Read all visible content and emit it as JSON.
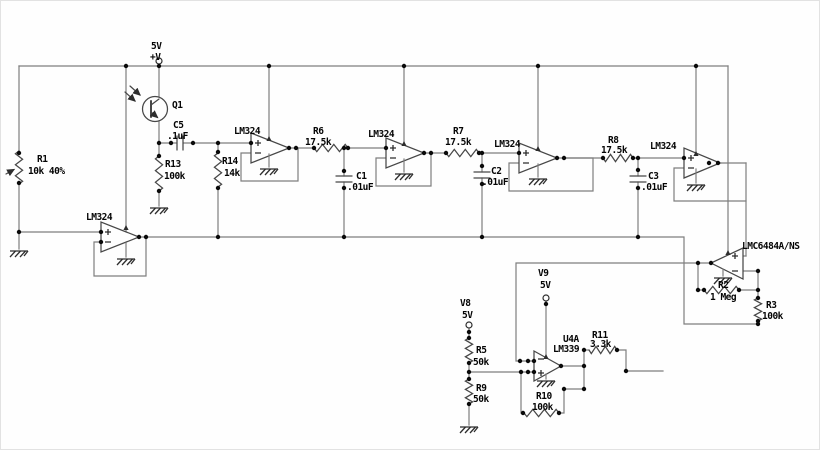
{
  "colors": {
    "background": "#fefefe",
    "wire": "#7e7e7e",
    "symbol": "#474747",
    "text": "#050505"
  },
  "components": {
    "vplus": {
      "line1": "5V",
      "line2": "+V"
    },
    "q1": {
      "ref": "Q1"
    },
    "c5": {
      "ref": "C5",
      "value": ".1uF"
    },
    "r1": {
      "ref": "R1",
      "value": "10k 40%"
    },
    "r13": {
      "ref": "R13",
      "value": "100k"
    },
    "r14": {
      "ref": "R14",
      "value": "14k"
    },
    "op1": {
      "label": "LM324"
    },
    "op2": {
      "label": "LM324"
    },
    "op3": {
      "label": "LM324"
    },
    "op4": {
      "label": "LM324"
    },
    "op5": {
      "label": "LM324"
    },
    "r6": {
      "ref": "R6",
      "value": "17.5k"
    },
    "c1": {
      "ref": "C1",
      "value": ".01uF"
    },
    "r7": {
      "ref": "R7",
      "value": "17.5k"
    },
    "c2": {
      "ref": "C2",
      "value": ".01uF"
    },
    "r8": {
      "ref": "R8",
      "value": "17.5k"
    },
    "c3": {
      "ref": "C3",
      "value": ".01uF"
    },
    "oplmc": {
      "label": "LMC6484A/NS"
    },
    "r2": {
      "ref": "R2",
      "value": "1 Meg"
    },
    "r3": {
      "ref": "R3",
      "value": "100k"
    },
    "v9": {
      "ref": "V9",
      "value": "5V"
    },
    "v8": {
      "ref": "V8",
      "value": "5V"
    },
    "r5": {
      "ref": "R5",
      "value": "50k"
    },
    "r9": {
      "ref": "R9",
      "value": "50k"
    },
    "u4a": {
      "ref": "U4A",
      "part": "LM339"
    },
    "r11": {
      "ref": "R11",
      "value": "3.3k"
    },
    "r10": {
      "ref": "R10",
      "value": "100k"
    }
  }
}
